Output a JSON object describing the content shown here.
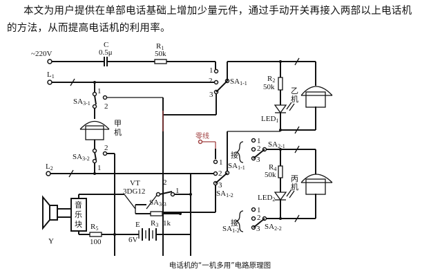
{
  "document": {
    "paragraph_line1": "本文为用户提供在单部电话基础上增加少量元件，通过手动开关再接入两部以上电话机",
    "paragraph_line2": "的方法，从而提高电话机的利用率。",
    "caption": "电话机的“一机多用”电路原理图"
  },
  "diagram": {
    "power_label": "~220V",
    "capacitor": {
      "name": "C",
      "value": "0.5μ"
    },
    "r1": {
      "name": "R",
      "sub": "1",
      "value": "50k"
    },
    "r2": {
      "name": "R",
      "sub": "2",
      "value": "50k"
    },
    "r3": {
      "name": "R",
      "sub": "3",
      "value": "1k"
    },
    "r4": {
      "name": "R",
      "sub": "4",
      "value": "50k"
    },
    "r5": {
      "name": "R",
      "sub": "5",
      "value": "100"
    },
    "line1": {
      "name": "L",
      "sub": "1"
    },
    "line2": {
      "name": "L",
      "sub": "2"
    },
    "transistor": {
      "name": "VT",
      "model": "3DG12"
    },
    "battery": {
      "name": "E",
      "value": "6V"
    },
    "speaker": "Y",
    "music_block": [
      "音",
      "乐",
      "块"
    ],
    "phone_a": [
      "甲",
      "机"
    ],
    "phone_b": [
      "乙",
      "机"
    ],
    "phone_c": [
      "丙",
      "机"
    ],
    "led1": {
      "name": "LED",
      "sub": "1"
    },
    "led2": {
      "name": "LED",
      "sub": "2"
    },
    "ground_wire": "零线",
    "connect_label": "接",
    "switches": {
      "sa1_1": {
        "name": "SA",
        "sub": "1-1"
      },
      "sa1_2": {
        "name": "SA",
        "sub": "1-2"
      },
      "sa2_1": {
        "name": "SA",
        "sub": "2-1"
      },
      "sa2_2": {
        "name": "SA",
        "sub": "2-2"
      },
      "sa3_1": {
        "name": "SA",
        "sub": "3-1"
      },
      "sa3_2": {
        "name": "SA",
        "sub": "3-2"
      },
      "sa3_3": {
        "name": "SA",
        "sub": "3-3"
      }
    },
    "pin_labels": {
      "p1": "1",
      "p2": "2",
      "p3": "3"
    }
  }
}
